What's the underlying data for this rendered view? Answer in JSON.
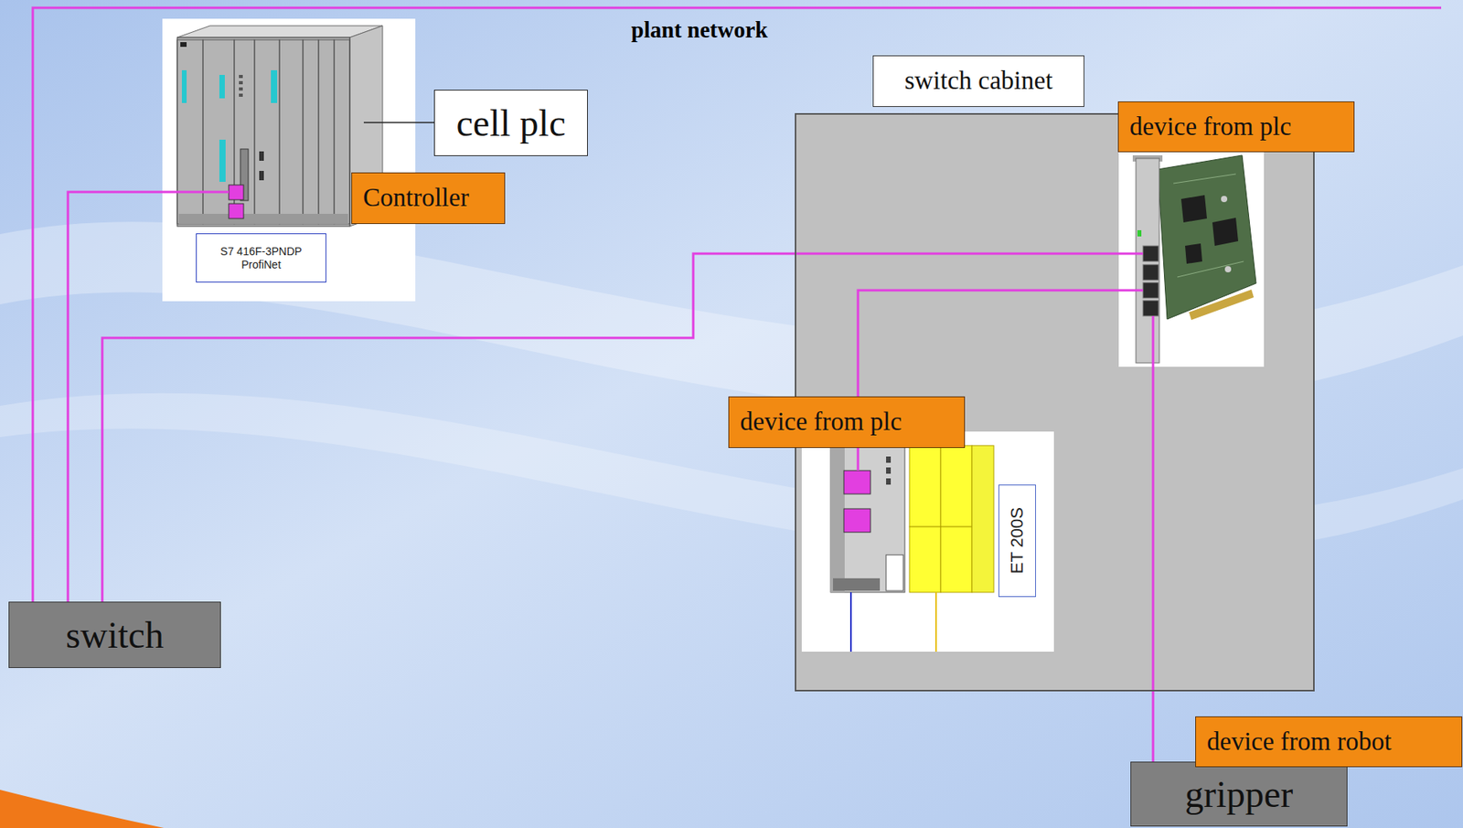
{
  "diagram": {
    "nodes": [
      {
        "text": [
          "Controller",
          "S7 416F-3PNDP ProfiNet"
        ]
      },
      {
        "text": [
          "cell plc"
        ]
      },
      {
        "text": [
          "switch cabinet"
        ]
      },
      {
        "text": [
          "device from plc"
        ],
        "in": 2
      },
      {
        "text": [
          "device from plc",
          "ET 200S"
        ],
        "in": 2
      },
      {
        "text": [
          "switch"
        ]
      },
      {
        "text": [
          "gripper",
          "device from robot"
        ]
      }
    ],
    "edges": [
      {
        "from": 1,
        "to": 0,
        "arrow": "none"
      },
      {
        "from": 5,
        "to": 0,
        "arrow": "none"
      },
      {
        "from": 5,
        "to": 3,
        "arrow": "none"
      },
      {
        "from": 3,
        "to": 4,
        "arrow": "none"
      },
      {
        "from": 3,
        "to": 6,
        "arrow": "none"
      }
    ],
    "labels": [
      "plant network"
    ]
  }
}
